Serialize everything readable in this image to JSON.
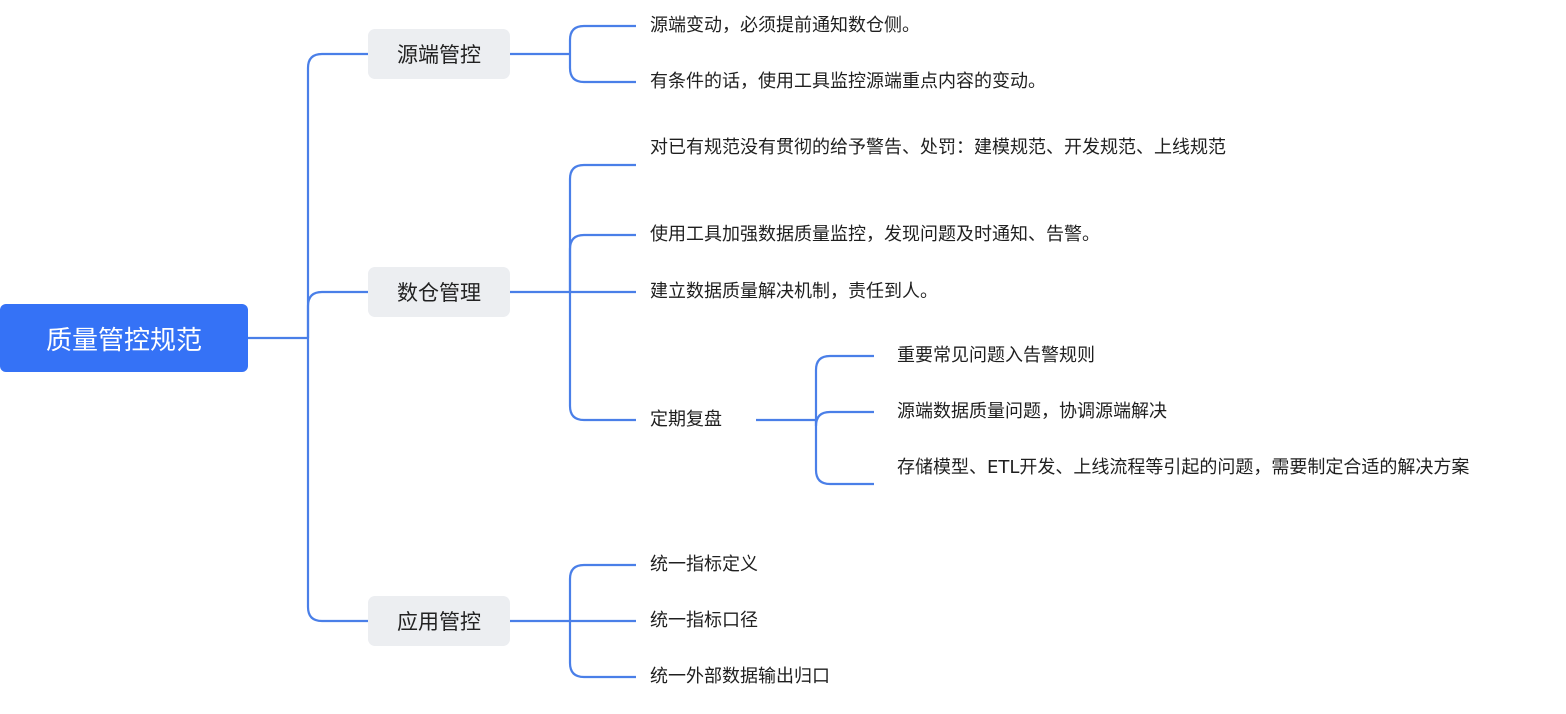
{
  "root": {
    "label": "质量管控规范"
  },
  "branches": [
    {
      "label": "源端管控",
      "items": [
        "源端变动，必须提前通知数仓侧。",
        "有条件的话，使用工具监控源端重点内容的变动。"
      ]
    },
    {
      "label": "数仓管理",
      "items": [
        "对已有规范没有贯彻的给予警告、处罚：建模规范、开发规范、上线规范",
        "使用工具加强数据质量监控，发现问题及时通知、告警。",
        "建立数据质量解决机制，责任到人。"
      ],
      "sub": {
        "label": "定期复盘",
        "items": [
          "重要常见问题入告警规则",
          "源端数据质量问题，协调源端解决",
          "存储模型、ETL开发、上线流程等引起的问题，需要制定合适的解决方案"
        ]
      }
    },
    {
      "label": "应用管控",
      "items": [
        "统一指标定义",
        "统一指标口径",
        "统一外部数据输出归口"
      ]
    }
  ],
  "colors": {
    "accent": "#3572f6",
    "connector": "#4a7fe8",
    "branch_bg": "#eceef1"
  }
}
